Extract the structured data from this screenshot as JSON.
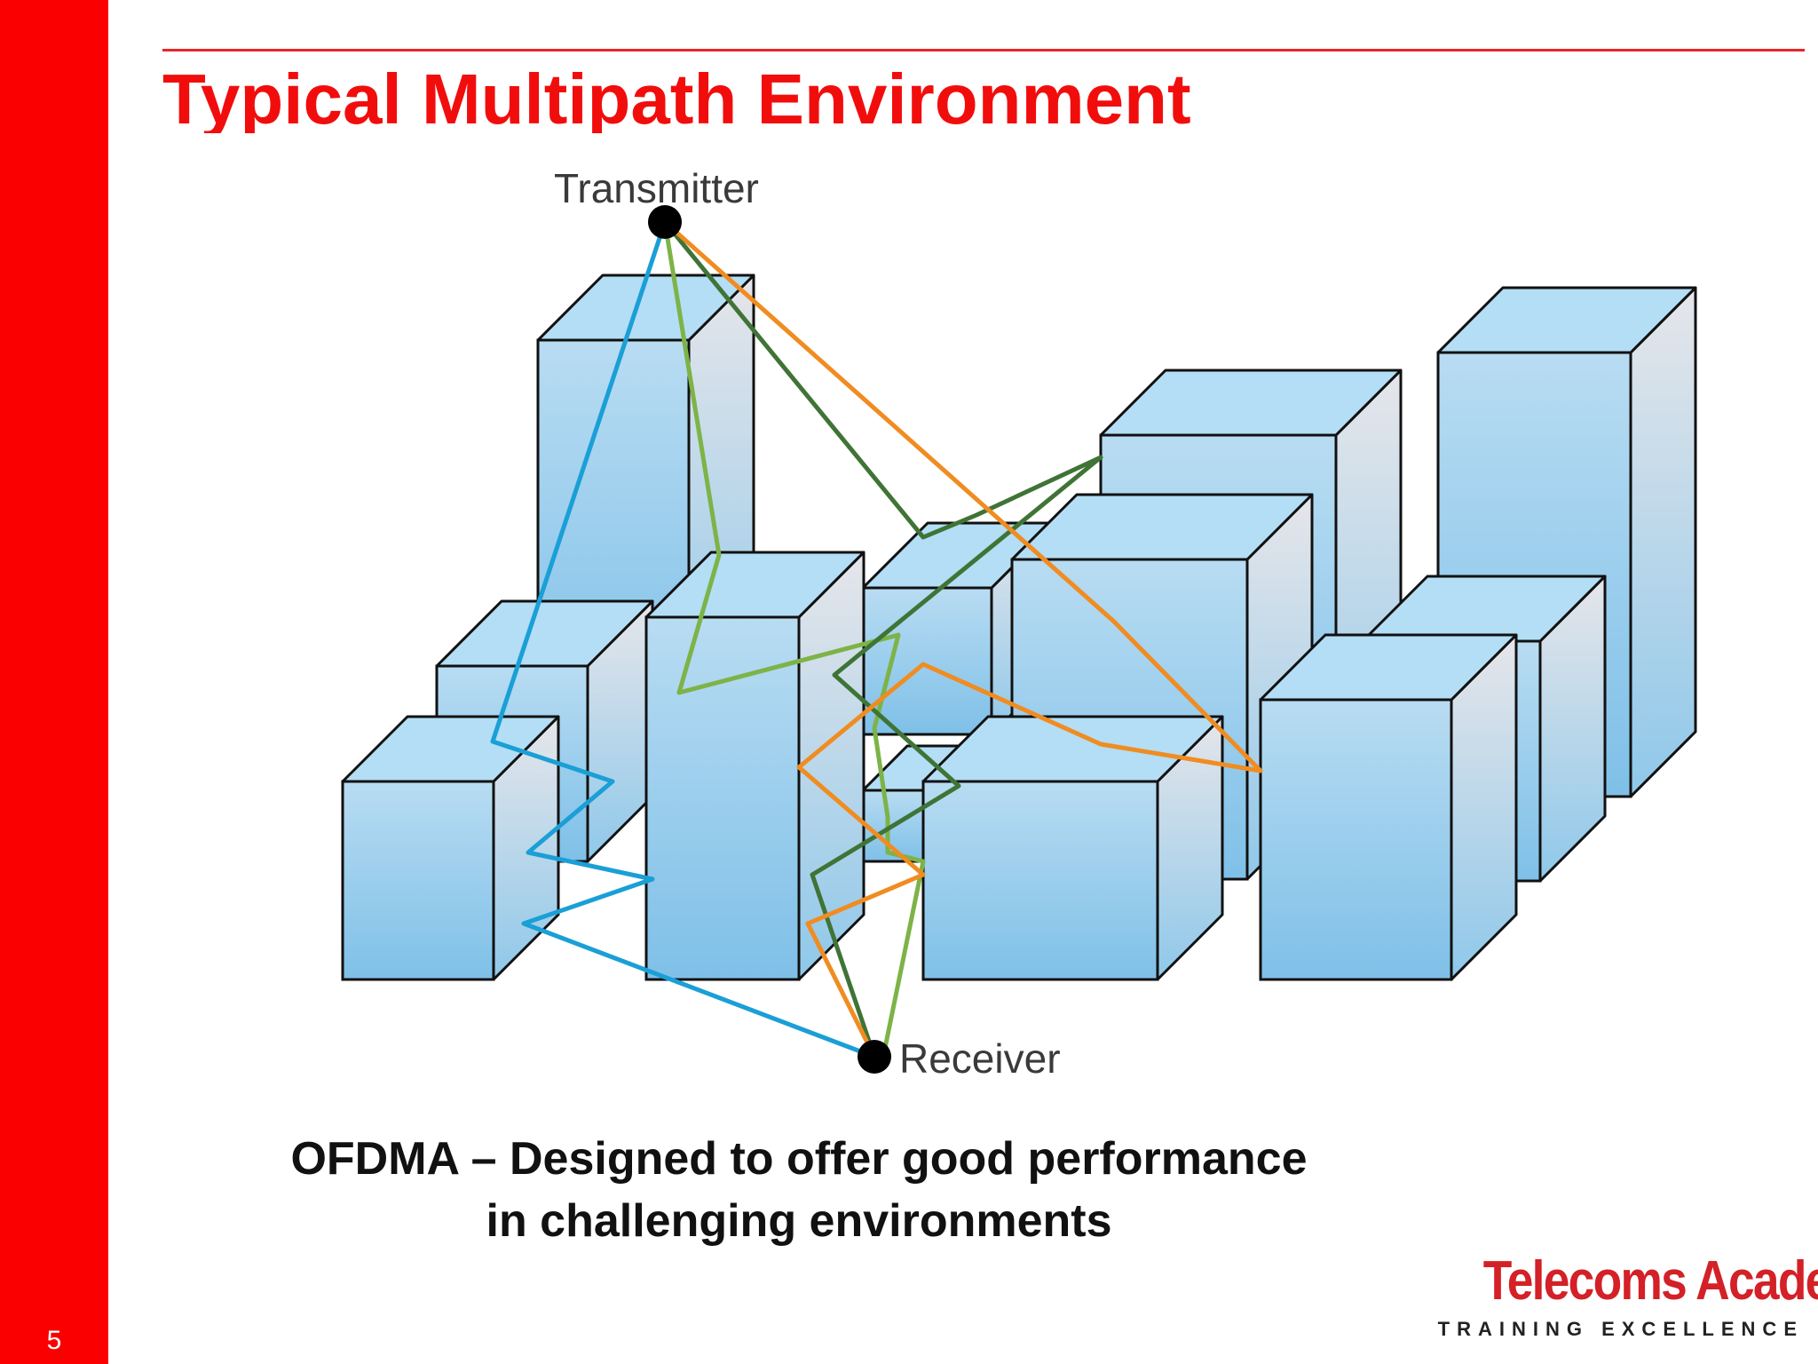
{
  "slide": {
    "title": "Typical Multipath Environment",
    "page_number": "5"
  },
  "diagram": {
    "transmitter_label": "Transmitter",
    "receiver_label": "Receiver",
    "colors": {
      "building_front_top": "#b8dcf2",
      "building_front_bottom": "#7fc0e8",
      "building_roof": "#b3def5",
      "building_side_top": "#e6e6ea",
      "building_side_bottom": "#8fc8ea",
      "path_blue": "#1a9fd6",
      "path_light_green": "#7db347",
      "path_dark_green": "#3f7436",
      "path_orange": "#f08c21",
      "accent_red": "#fa0000"
    }
  },
  "caption": {
    "line1": "OFDMA – Designed to offer good performance",
    "line2": "in challenging environments"
  },
  "logo": {
    "name": "Telecoms Academy",
    "tagline": "TRAINING EXCELLENCE"
  }
}
